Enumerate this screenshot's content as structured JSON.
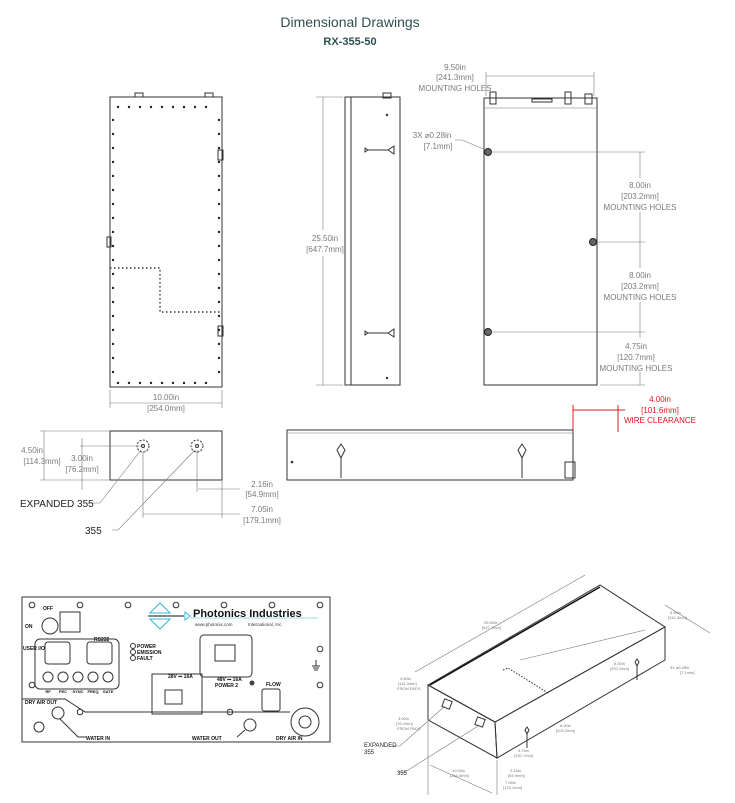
{
  "header": {
    "title": "Dimensional Drawings",
    "model": "RX-355-50"
  },
  "colors": {
    "title": "#2f4f4f",
    "line": "#333333",
    "dim": "#7a7a7a",
    "clearance": "#e8141c",
    "logo": "#35b8d6"
  },
  "top_view": {
    "width_in": "10.00in",
    "width_mm": "[254.0mm]"
  },
  "side_view": {
    "length_in": "25.50in",
    "length_mm": "[647.7mm]"
  },
  "bottom_view": {
    "holes_in": "9.50in",
    "holes_mm": "[241.3mm]",
    "holes_label": "MOUNTING HOLES",
    "hole_dia": "3X  ⌀0.28in",
    "hole_dia_mm": "[7.1mm]",
    "d1_in": "8.00in",
    "d1_mm": "[203.2mm]",
    "d1_label": "MOUNTING HOLES",
    "d2_in": "8.00in",
    "d2_mm": "[203.2mm]",
    "d2_label": "MOUNTING HOLES",
    "d3_in": "4.75in",
    "d3_mm": "[120.7mm]",
    "d3_label": "MOUNTING HOLES"
  },
  "wire_clearance": {
    "in": "4.00in",
    "mm": "[101.6mm]",
    "label": "WIRE CLEARANCE"
  },
  "end_view": {
    "h_in": "4.50in",
    "h_mm": "[114.3mm]",
    "c_in": "3.00in",
    "c_mm": "[76.2mm]",
    "a_in": "2.16in",
    "a_mm": "[54.9mm]",
    "b_in": "7.05in",
    "b_mm": "[179.1mm]",
    "expanded_label": "EXPANDED 355",
    "std_label": "355"
  },
  "panel": {
    "brand": "Photonics Industries",
    "website": "www.photonix.com",
    "brand_sub": "International, Inc.",
    "off": "OFF",
    "on": "ON",
    "user_io": "USER I/O",
    "rs232": "RS232",
    "leds": [
      "POWER",
      "EMISSION",
      "FAULT"
    ],
    "buttons": [
      "RF",
      "FEC",
      "SYNC",
      "FREQ",
      "GATE"
    ],
    "power1": "28V ⎓ 16A",
    "power2": "48V ⎓ 16A",
    "power2_label": "POWER 2",
    "flow": "FLOW",
    "dry_air_out": "DRY AIR OUT",
    "dry_air_in": "DRY AIR IN",
    "water_in": "WATER IN",
    "water_out": "WATER OUT"
  },
  "iso_view": {
    "length_in": "25.50in",
    "length_mm": "[647.7mm]",
    "width_in": "9.50in",
    "width_mm": "[241.3mm]",
    "dia": "3X ⌀0.28in",
    "dia_mm": "[7.1mm]",
    "h_in": "4.50in",
    "h_mm": "[114.3mm]",
    "h_note": "FROM PADS",
    "c_in": "3.00in",
    "c_mm": "[76.2mm]",
    "c_note": "FROM PADS",
    "d1_in": "8.00in",
    "d1_mm": "[203.2mm]",
    "d2_in": "8.00in",
    "d2_mm": "[203.2mm]",
    "d3_in": "4.75in",
    "d3_mm": "[120.7mm]",
    "a_in": "2.16in",
    "a_mm": "[54.9mm]",
    "w_in": "10.00in",
    "w_mm": "[254.0mm]",
    "b_in": "7.05in",
    "b_mm": "[179.1mm]",
    "expanded_label": "EXPANDED",
    "expanded_num": "355",
    "std_label": "355"
  }
}
